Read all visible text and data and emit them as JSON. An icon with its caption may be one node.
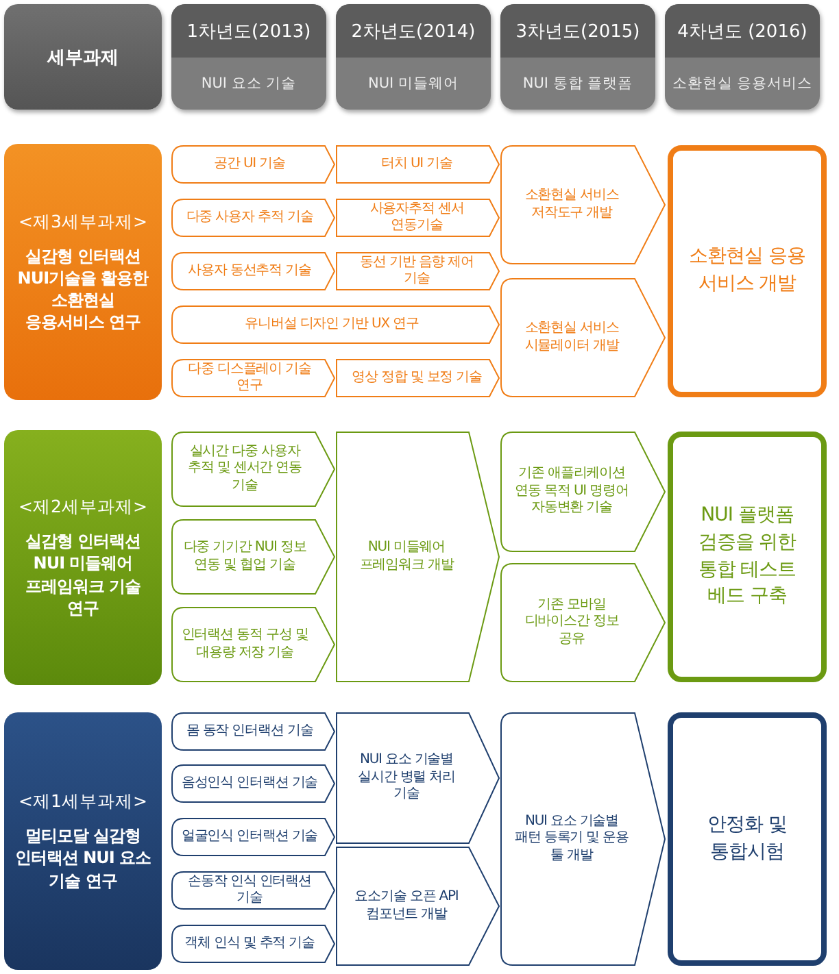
{
  "diagram": {
    "nodes": [
      {
        "text": [
          "세부과제"
        ]
      },
      {
        "text": [
          "1차년도(2013)",
          "NUI 요소 기술"
        ]
      },
      {
        "text": [
          "2차년도(2014)",
          "NUI 미들웨어"
        ]
      },
      {
        "text": [
          "3차년도(2015)",
          "NUI 통합 플랫폼"
        ]
      },
      {
        "text": [
          "4차년도 (2016)",
          "소환현실 응용서비스"
        ]
      },
      {
        "text": [
          "<제3세부과제>",
          "실감형 인터랙션 NUI기술을 활용한 소환현실 응용서비스 연구"
        ]
      },
      {
        "text": [
          "공간 UI 기술"
        ]
      },
      {
        "text": [
          "터치 UI 기술"
        ]
      },
      {
        "text": [
          "소환현실 서비스 저작도구 개발"
        ]
      },
      {
        "text": [
          "소환현실 응용 서비스 개발"
        ]
      },
      {
        "text": [
          "다중 사용자 추적 기술"
        ]
      },
      {
        "text": [
          "사용자추적 센서 연동기술"
        ]
      },
      {
        "text": [
          "사용자 동선추적 기술"
        ]
      },
      {
        "text": [
          "동선 기반 음향 제어 기술"
        ]
      },
      {
        "text": [
          "유니버설 디자인 기반 UX 연구"
        ]
      },
      {
        "text": [
          "소환현실 서비스 시뮬레이터 개발"
        ]
      },
      {
        "text": [
          "다중 디스플레이 기술 연구"
        ]
      },
      {
        "text": [
          "영상 정합 및 보정 기술"
        ]
      },
      {
        "text": [
          "<제2세부과제>",
          "실감형 인터랙션 NUI 미들웨어 프레임워크 기술 연구"
        ]
      },
      {
        "text": [
          "실시간 다중 사용자 추적 및 센서간 연동 기술"
        ]
      },
      {
        "text": [
          "NUI 미들웨어 프레임워크 개발"
        ]
      },
      {
        "text": [
          "기존 애플리케이션 연동 목적 UI 명령어 자동변환 기술"
        ]
      },
      {
        "text": [
          "NUI 플랫폼 검증을 위한 통합 테스트 베드 구축"
        ]
      },
      {
        "text": [
          "다중 기기간 NUI 정보 연동 및 협업 기술"
        ]
      },
      {
        "text": [
          "기존 모바일 디바이스간 정보 공유"
        ]
      },
      {
        "text": [
          "인터랙션 동적 구성 및 대용량 저장 기술"
        ]
      },
      {
        "text": [
          "<제1세부과제>",
          "멀티모달 실감형 인터랙션 NUI 요소 기술 연구"
        ]
      },
      {
        "text": [
          "몸 동작 인터랙션 기술"
        ]
      },
      {
        "text": [
          "NUI 요소 기술별 실시간 병렬 처리 기술"
        ]
      },
      {
        "text": [
          "NUI 요소 기술별 패턴 등록기 및 운용 툴 개발"
        ]
      },
      {
        "text": [
          "안정화 및 통합시험"
        ]
      },
      {
        "text": [
          "음성인식 인터랙션 기술"
        ]
      },
      {
        "text": [
          "얼굴인식 인터랙션 기술"
        ]
      },
      {
        "text": [
          "손동작 인식 인터랙션 기술"
        ]
      },
      {
        "text": [
          "요소기술 오픈 API 컴포넌트 개발"
        ]
      },
      {
        "text": [
          "객체 인식 및 추적 기술"
        ]
      }
    ]
  }
}
